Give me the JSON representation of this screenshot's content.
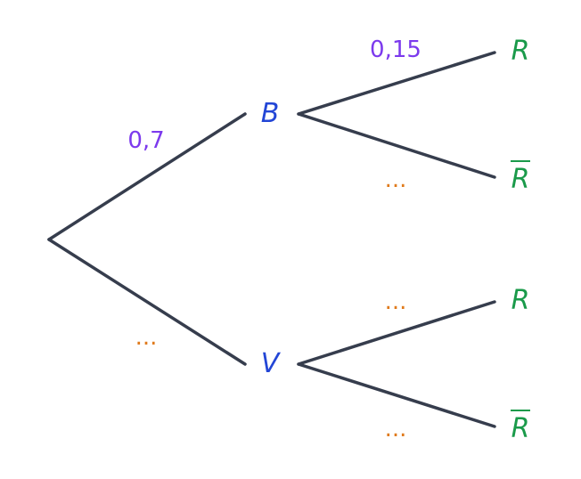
{
  "colors": {
    "edge": "#363d4d",
    "first_level_node": "#2346d6",
    "outcome_node": "#1a9a4a",
    "given_probability": "#7c3aed",
    "unknown_probability": "#e07a1c"
  },
  "root_branches": [
    {
      "probability": "0,7",
      "probability_kind": "given",
      "node": "B",
      "children": [
        {
          "probability": "0,15",
          "probability_kind": "given",
          "node": "R",
          "complement": false
        },
        {
          "probability": "...",
          "probability_kind": "unknown",
          "node": "R",
          "complement": true
        }
      ]
    },
    {
      "probability": "...",
      "probability_kind": "unknown",
      "node": "V",
      "children": [
        {
          "probability": "...",
          "probability_kind": "unknown",
          "node": "R",
          "complement": false
        },
        {
          "probability": "...",
          "probability_kind": "unknown",
          "node": "R",
          "complement": true
        }
      ]
    }
  ]
}
